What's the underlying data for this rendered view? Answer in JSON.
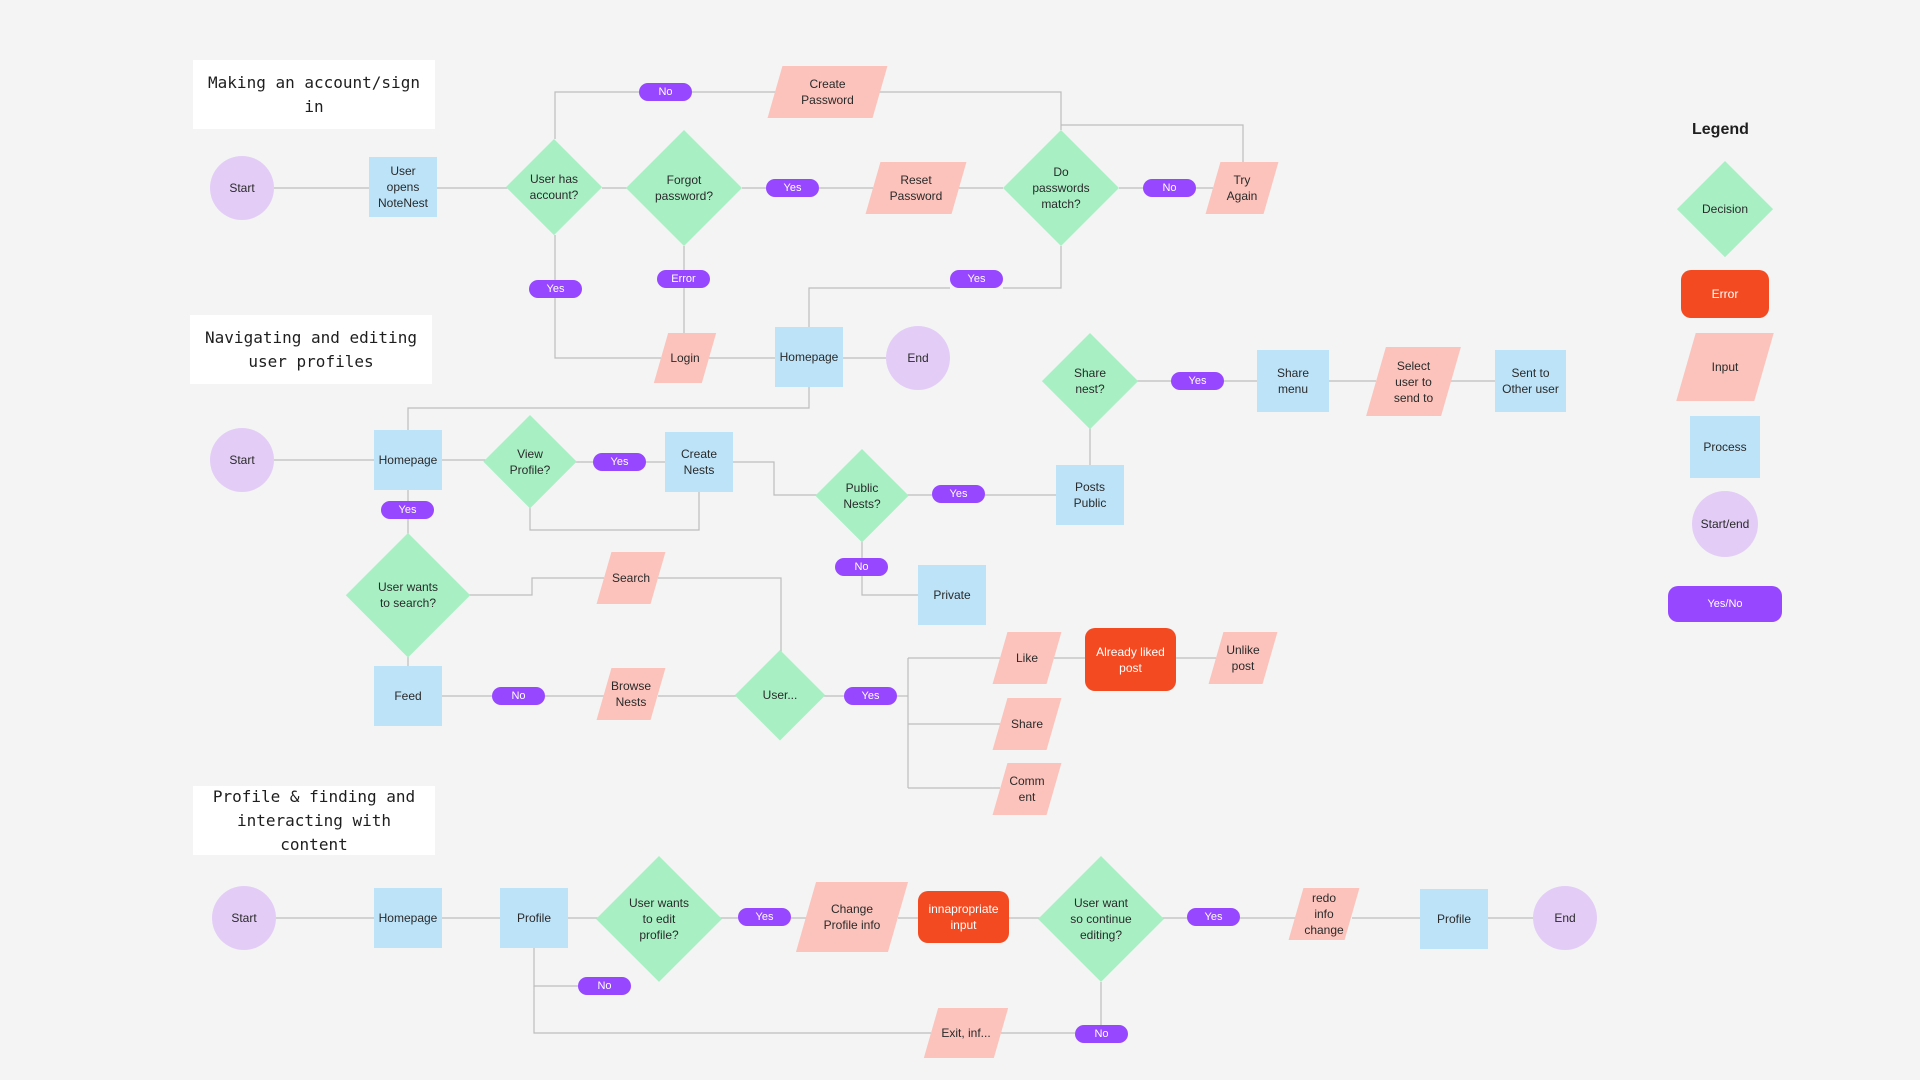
{
  "sections": [
    {
      "id": "s1",
      "title": "Making an account/sign\nin"
    },
    {
      "id": "s2",
      "title": "Navigating and editing\nuser profiles"
    },
    {
      "id": "s3",
      "title": "Profile & finding and\ninteracting with content"
    }
  ],
  "legend": {
    "title": "Legend",
    "items": [
      {
        "type": "decision",
        "label": "Decision"
      },
      {
        "type": "error",
        "label": "Error"
      },
      {
        "type": "input",
        "label": "Input"
      },
      {
        "type": "process",
        "label": "Process"
      },
      {
        "type": "startend",
        "label": "Start/end"
      },
      {
        "type": "yesno",
        "label": "Yes/No"
      }
    ]
  },
  "nodes": {
    "s1_start": {
      "type": "startend",
      "label": "Start"
    },
    "s1_opens": {
      "type": "process",
      "label": "User opens\nNoteNest"
    },
    "s1_hasacct": {
      "type": "decision",
      "label": "User has\naccount?"
    },
    "s1_forgot": {
      "type": "decision",
      "label": "Forgot\npassword?"
    },
    "s1_create_pw": {
      "type": "input",
      "label": "Create\nPassword"
    },
    "s1_reset_pw": {
      "type": "input",
      "label": "Reset\nPassword"
    },
    "s1_match": {
      "type": "decision",
      "label": "Do\npasswords\nmatch?"
    },
    "s1_try": {
      "type": "input",
      "label": "Try\nAgain"
    },
    "s1_login": {
      "type": "input",
      "label": "Login"
    },
    "s1_home": {
      "type": "process",
      "label": "Homepage"
    },
    "s1_end": {
      "type": "startend",
      "label": "End"
    },
    "s2_start": {
      "type": "startend",
      "label": "Start"
    },
    "s2_home": {
      "type": "process",
      "label": "Homepage"
    },
    "s2_viewprof": {
      "type": "decision",
      "label": "View\nProfile?"
    },
    "s2_createnests": {
      "type": "process",
      "label": "Create\nNests"
    },
    "s2_public": {
      "type": "decision",
      "label": "Public\nNests?"
    },
    "s2_postspublic": {
      "type": "process",
      "label": "Posts\nPublic"
    },
    "s2_private": {
      "type": "process",
      "label": "Private"
    },
    "s2_share_nest": {
      "type": "decision",
      "label": "Share\nnest?"
    },
    "s2_sharemenu": {
      "type": "process",
      "label": "Share menu"
    },
    "s2_select": {
      "type": "input",
      "label": "Select\nuser to\nsend to"
    },
    "s2_sent": {
      "type": "process",
      "label": "Sent to\nOther user"
    },
    "s2_search_q": {
      "type": "decision",
      "label": "User wants\nto search?"
    },
    "s2_search": {
      "type": "input",
      "label": "Search"
    },
    "s2_feed": {
      "type": "process",
      "label": "Feed"
    },
    "s2_browse": {
      "type": "input",
      "label": "Browse\nNests"
    },
    "s2_user": {
      "type": "decision",
      "label": "User..."
    },
    "s2_like": {
      "type": "input",
      "label": "Like"
    },
    "s2_already": {
      "type": "error",
      "label": "Already liked\npost"
    },
    "s2_unlike": {
      "type": "input",
      "label": "Unlike\npost"
    },
    "s2_share": {
      "type": "input",
      "label": "Share"
    },
    "s2_comment": {
      "type": "input",
      "label": "Comm\nent"
    },
    "s3_start": {
      "type": "startend",
      "label": "Start"
    },
    "s3_home": {
      "type": "process",
      "label": "Homepage"
    },
    "s3_profile": {
      "type": "process",
      "label": "Profile"
    },
    "s3_edit_q": {
      "type": "decision",
      "label": "User wants\nto edit\nprofile?"
    },
    "s3_change": {
      "type": "input",
      "label": "Change\nProfile info"
    },
    "s3_inappropriate": {
      "type": "error",
      "label": "innapropriate\ninput"
    },
    "s3_continue_q": {
      "type": "decision",
      "label": "User want\nso continue\nediting?"
    },
    "s3_redo": {
      "type": "input",
      "label": "redo\ninfo\nchange"
    },
    "s3_profile2": {
      "type": "process",
      "label": "Profile"
    },
    "s3_end": {
      "type": "startend",
      "label": "End"
    },
    "s3_exit": {
      "type": "input",
      "label": "Exit, inf..."
    }
  },
  "connector_labels": {
    "l_no_create": "No",
    "l_yes_hasacct": "Yes",
    "l_error_forgot": "Error",
    "l_yes_forgot": "Yes",
    "l_no_match": "No",
    "l_yes_match": "Yes",
    "l_yes_viewprof": "Yes",
    "l_yes_home2": "Yes",
    "l_yes_public": "Yes",
    "l_no_public": "No",
    "l_yes_share": "Yes",
    "l_no_feed": "No",
    "l_yes_user": "Yes",
    "l_yes_edit": "Yes",
    "l_no_edit": "No",
    "l_yes_continue": "Yes",
    "l_no_continue": "No"
  }
}
